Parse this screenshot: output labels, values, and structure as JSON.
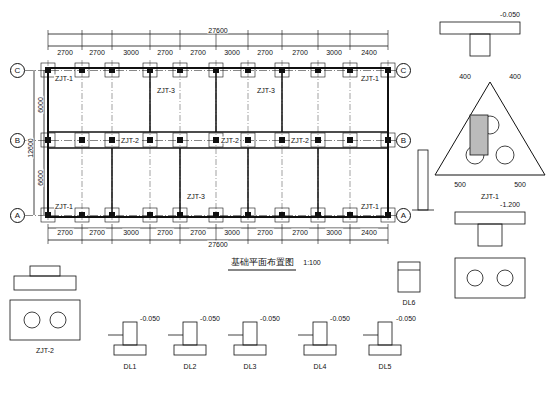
{
  "diagram": {
    "nodes": [
      {
        "text": [
          "C"
        ]
      },
      {
        "text": [
          "B"
        ]
      },
      {
        "text": [
          "A"
        ]
      },
      {
        "text": [
          "C"
        ]
      },
      {
        "text": [
          "B"
        ]
      },
      {
        "text": [
          "A"
        ]
      }
    ],
    "edges": [
      {
        "from": 0,
        "to": 3,
        "arrow": "none"
      },
      {
        "from": 1,
        "to": 4,
        "arrow": "none"
      },
      {
        "from": 2,
        "to": 5,
        "arrow": "none"
      }
    ],
    "labels": [
      "2700",
      "2700",
      "3000",
      "2700",
      "2700",
      "3000",
      "2700",
      "2700",
      "3000",
      "2400",
      "27600",
      "2700",
      "2700",
      "3000",
      "2700",
      "2700",
      "3000",
      "2700",
      "2700",
      "3000",
      "2400",
      "27600",
      "6000",
      "6600",
      "12600",
      "ZJT-1",
      "ZJT-1",
      "ZJT-1",
      "ZJT-1",
      "ZJT-2",
      "ZJT-2",
      "ZJT-2",
      "ZJT-3",
      "ZJT-3",
      "ZJT-3",
      "基础平面布置图",
      "1:100",
      "ZJT-2",
      "DL1",
      "DL2",
      "DL3",
      "DL4",
      "DL5",
      "DL6",
      "ZJT-1",
      "-0.050",
      "-0.050",
      "-0.050",
      "-0.050",
      "-0.050",
      "-0.050",
      "-1.200",
      "400",
      "400",
      "500",
      "500"
    ]
  }
}
